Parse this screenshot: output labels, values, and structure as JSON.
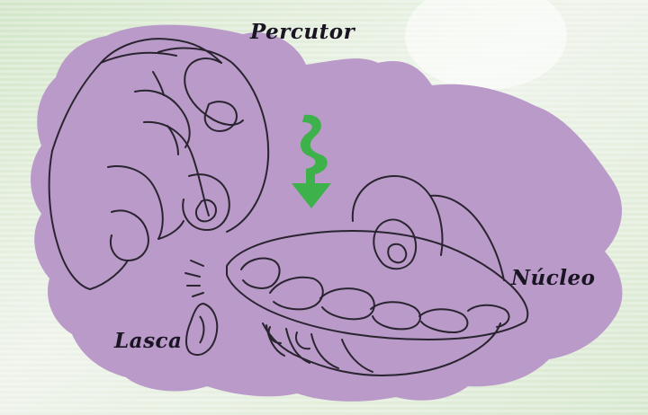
{
  "labels": {
    "percutor": "Percutor",
    "nucleo": "Núcleo",
    "lasca": "Lasca"
  },
  "colors": {
    "background": "#e6efe2",
    "blob": "#b99ac8",
    "line": "#2a2430",
    "arrow": "#3db14a"
  },
  "icons": {
    "arrow": "squiggly-down-arrow-icon"
  }
}
